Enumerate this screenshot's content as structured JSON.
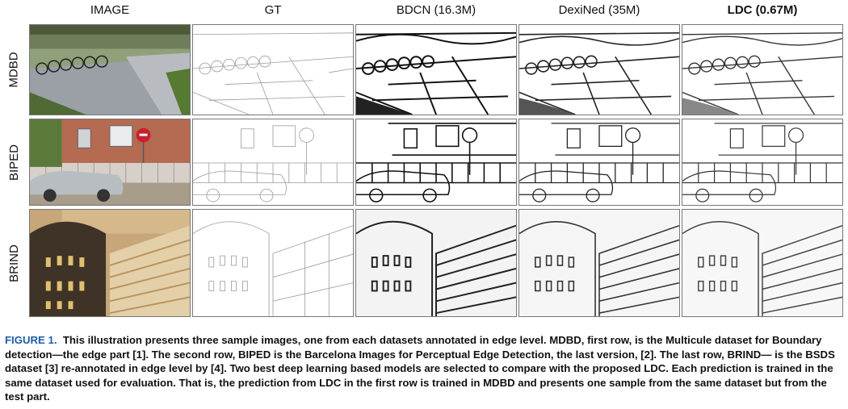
{
  "columns": [
    "IMAGE",
    "GT",
    "BDCN (16.3M)",
    "DexiNed (35M)",
    "LDC (0.67M)"
  ],
  "rows": [
    "MDBD",
    "BIPED",
    "BRIND"
  ],
  "caption": {
    "label": "FIGURE 1.",
    "text": "This illustration presents three sample images, one from each datasets annotated in edge level. MDBD, first row, is the Multicule dataset for Boundary detection—the edge part [1]. The second row, BIPED is the Barcelona Images for Perceptual Edge Detection, the last version, [2]. The last row, BRIND— is the BSDS dataset [3] re-annotated in edge level by [4]. Two best deep learning based models are selected to compare with the proposed LDC. Each prediction is trained in the same dataset used for evaluation. That is, the prediction from LDC in the first row is trained in MDBD and presents one sample from the same dataset but from the test part."
  }
}
